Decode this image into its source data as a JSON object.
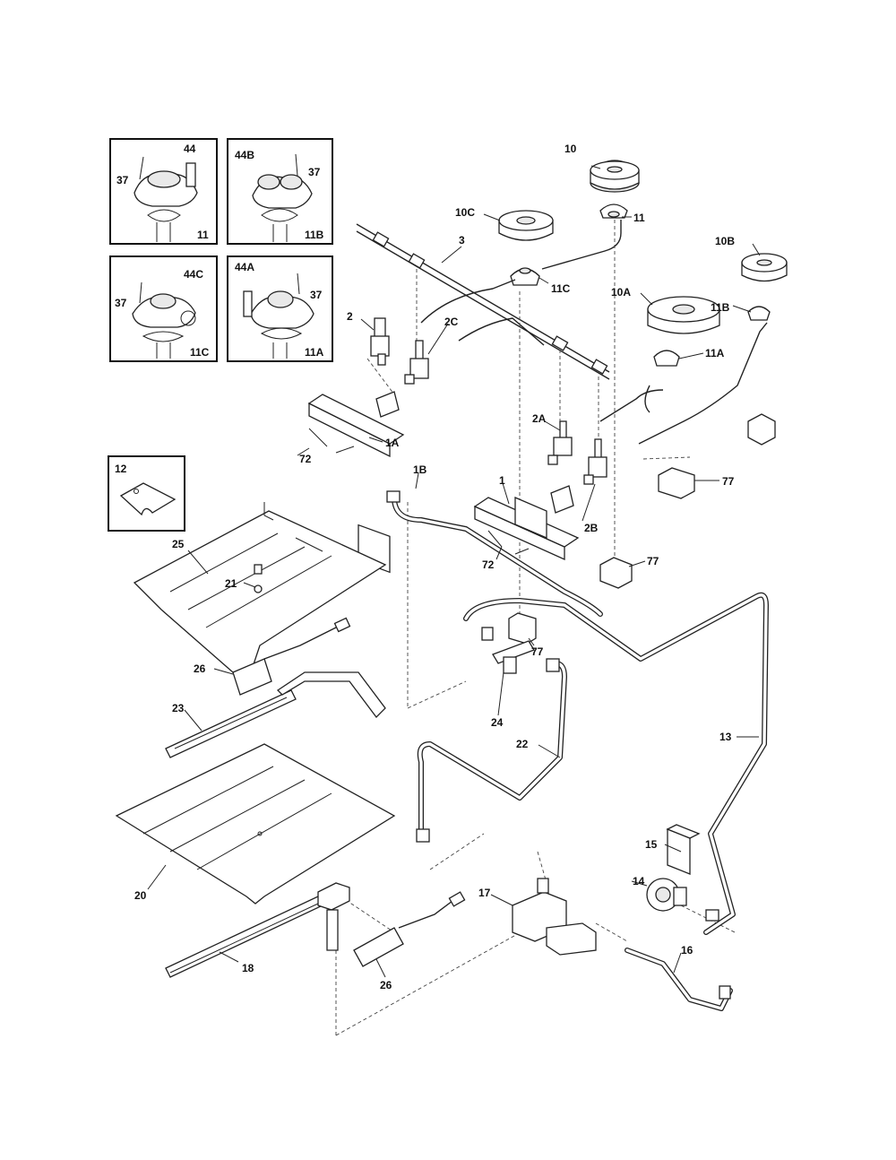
{
  "labels": {
    "l10": "10",
    "l11": "11",
    "l10c": "10C",
    "l3": "3",
    "l10b": "10B",
    "l11c": "11C",
    "l10a": "10A",
    "l11b": "11B",
    "l2": "2",
    "l2c": "2C",
    "l11a": "11A",
    "l1a": "1A",
    "l72a": "72",
    "l2a": "2A",
    "l77a": "77",
    "l1b": "1B",
    "l1": "1",
    "l2b": "2B",
    "l72b": "72",
    "l77b": "77",
    "l25": "25",
    "l21": "21",
    "l77c": "77",
    "l26a": "26",
    "l24": "24",
    "l23": "23",
    "l22": "22",
    "l13": "13",
    "l15": "15",
    "l14": "14",
    "l17": "17",
    "l20": "20",
    "l18": "18",
    "l26b": "26",
    "l16": "16"
  },
  "insets": {
    "i11": {
      "id": "11",
      "a": "37",
      "b": "44"
    },
    "i11b": {
      "id": "11B",
      "a": "44B",
      "b": "37"
    },
    "i11c": {
      "id": "11C",
      "a": "44C",
      "b": "37"
    },
    "i11a": {
      "id": "11A",
      "a": "44A",
      "b": "37"
    },
    "i12": {
      "id": "12"
    }
  }
}
